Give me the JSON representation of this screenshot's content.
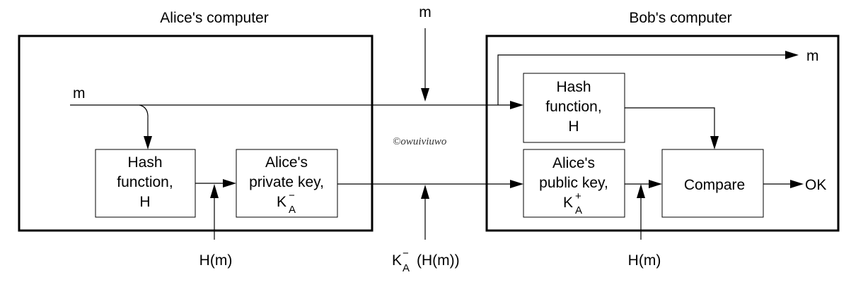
{
  "containers": {
    "alice_title": "Alice's computer",
    "bob_title": "Bob's computer"
  },
  "alice_hash": {
    "line1": "Hash",
    "line2": "function,",
    "line3": "H"
  },
  "alice_privkey": {
    "line1": "Alice's",
    "line2": "private key,",
    "key": "K",
    "sup": "−",
    "sub": "A"
  },
  "bob_hash": {
    "line1": "Hash",
    "line2": "function,",
    "line3": "H"
  },
  "bob_pubkey": {
    "line1": "Alice's",
    "line2": "public key,",
    "key": "K",
    "sup": "+",
    "sub": "A"
  },
  "compare": {
    "label": "Compare"
  },
  "signals": {
    "m_top": "m",
    "m_alice_in": "m",
    "m_bob_out": "m",
    "ok": "OK",
    "hm_alice": "H(m)",
    "hm_bob": "H(m)",
    "signature": {
      "key": "K",
      "sup": "−",
      "sub": "A",
      "rest": "(H(m))"
    }
  },
  "watermark": "©owuiviuwo"
}
